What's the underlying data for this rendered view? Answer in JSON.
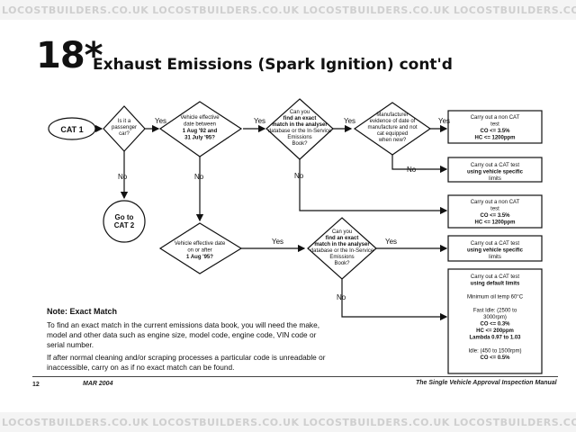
{
  "watermark": {
    "text": "LOCOSTBUILDERS.CO.UK"
  },
  "header": {
    "section_number": "18*",
    "title": "Exhaust Emissions (Spark Ignition) cont'd"
  },
  "flow": {
    "start": "CAT 1",
    "d1": [
      "Is it a",
      "passenger",
      "car?"
    ],
    "d2": [
      "Vehicle effective",
      "date between",
      "1 Aug '92 and",
      "31 July '95?"
    ],
    "d3": [
      "Can you",
      "find an exact",
      "match in the analyser",
      "database or the In-Service",
      "Emissions",
      "Book?"
    ],
    "d4": [
      "Manufacturer",
      "evidence of date of",
      "manufacture and not",
      "cat equipped",
      "when new?"
    ],
    "d5": [
      "Vehicle effective date",
      "on or after",
      "1 Aug '95?"
    ],
    "d6": [
      "Can you",
      "find an exact",
      "match in the analyser",
      "database or the In-Service",
      "Emissions",
      "Book?"
    ],
    "goto": [
      "Go to",
      "CAT 2"
    ],
    "yes": "Yes",
    "no": "No",
    "r1": [
      "Carry out a non CAT",
      "test",
      "CO <= 3.5%",
      "HC <= 1200ppm"
    ],
    "r2": [
      "Carry out a CAT test",
      "using vehicle specific",
      "limits"
    ],
    "r3": [
      "Carry out a non CAT",
      "test",
      "CO <= 3.5%",
      "HC <= 1200ppm"
    ],
    "r4": [
      "Carry out a CAT test",
      "using vehicle specific",
      "limits"
    ],
    "r5": [
      "Carry out a CAT test",
      "using default limits",
      "",
      "Minimum oil temp 60°C",
      "",
      "Fast Idle: (2500 to",
      "3000rpm)",
      "CO <= 0.3%",
      "HC <= 200ppm",
      "Lambda 0.97 to 1.03",
      "",
      "Idle: (450 to 1500rpm)",
      "CO <= 0.5%"
    ]
  },
  "note": {
    "title": "Note: Exact Match",
    "p1": "To find an exact match in the current emissions data book, you will need the make, model and other data such as engine size, model code, engine code, VIN code or serial number.",
    "p2": "If after normal cleaning and/or scraping processes a particular code is unreadable or inaccessible, carry on as if no exact match can be found."
  },
  "footer": {
    "page": "12",
    "date": "MAR 2004",
    "publication": "The Single Vehicle Approval Inspection Manual"
  }
}
